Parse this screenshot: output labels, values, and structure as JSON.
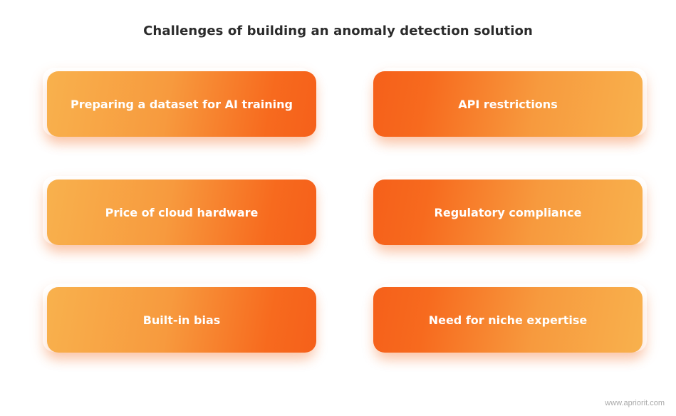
{
  "title": "Challenges of building an anomaly detection solution",
  "cards": {
    "left": [
      "Preparing a dataset for AI training",
      "Price of cloud hardware",
      "Built-in bias"
    ],
    "right": [
      "API restrictions",
      "Regulatory compliance",
      "Need for niche expertise"
    ]
  },
  "watermark": "www.apriorit.com",
  "colors": {
    "title_text": "#2b2b2b",
    "card_light_orange": "#f8b14d",
    "card_dark_orange": "#f5601a",
    "card_text": "#ffffff",
    "watermark_text": "#a9a9a9"
  }
}
